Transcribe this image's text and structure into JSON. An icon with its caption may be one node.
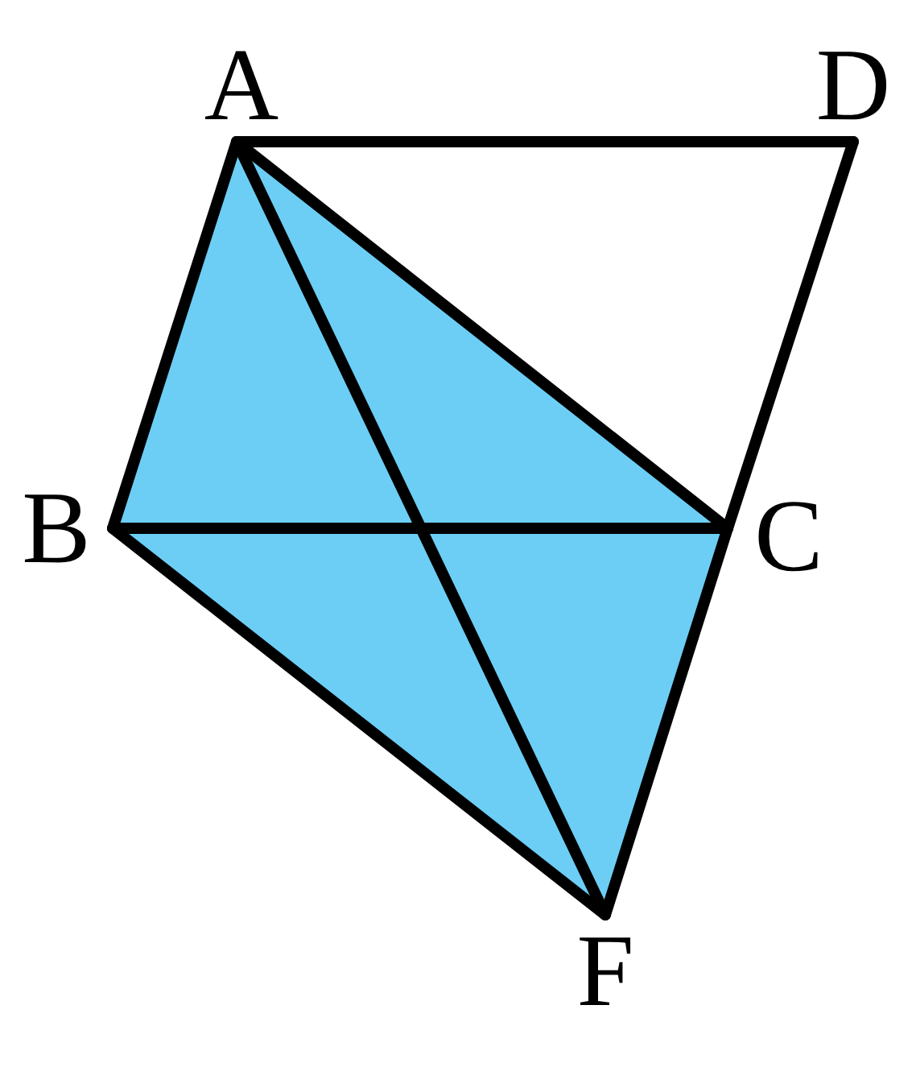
{
  "diagram": {
    "nodes": [
      {
        "text": [
          "A"
        ]
      },
      {
        "text": [
          "D"
        ]
      },
      {
        "text": [
          "B"
        ]
      },
      {
        "text": [
          "C"
        ]
      },
      {
        "text": [
          "F"
        ]
      }
    ],
    "edges": [
      {
        "from": 0,
        "to": 1,
        "arrow": "none"
      },
      {
        "from": 1,
        "to": 3,
        "arrow": "none"
      },
      {
        "from": 0,
        "to": 2,
        "arrow": "none"
      },
      {
        "from": 0,
        "to": 3,
        "arrow": "none"
      },
      {
        "from": 0,
        "to": 4,
        "arrow": "none"
      },
      {
        "from": 2,
        "to": 3,
        "arrow": "none"
      },
      {
        "from": 2,
        "to": 4,
        "arrow": "none"
      },
      {
        "from": 3,
        "to": 4,
        "arrow": "none"
      }
    ]
  }
}
